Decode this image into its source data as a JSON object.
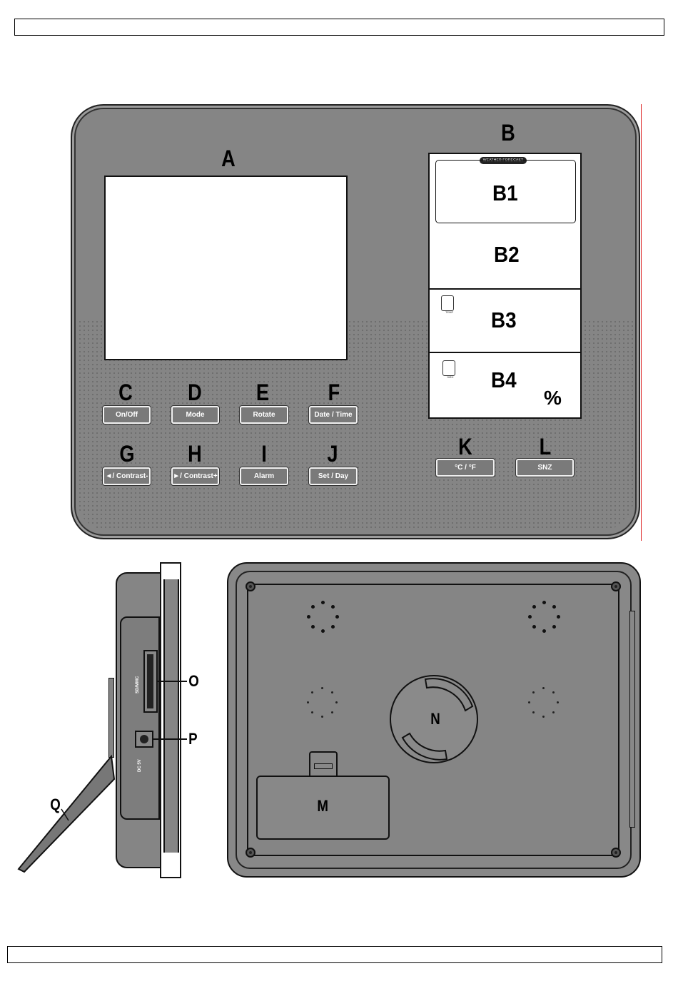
{
  "front": {
    "labels": {
      "A": "A",
      "B": "B",
      "C": "C",
      "D": "D",
      "E": "E",
      "F": "F",
      "G": "G",
      "H": "H",
      "I": "I",
      "J": "J",
      "K": "K",
      "L": "L"
    },
    "lcd": {
      "header": "WEATHER FORECAST",
      "b1": "B1",
      "b2": "B2",
      "b3": "B3",
      "b4": "B4",
      "temp_icon_caption": "TEMP",
      "humidity_icon_caption": "%RH",
      "percent": "%"
    },
    "buttons": {
      "on_off": "On/Off",
      "mode": "Mode",
      "rotate": "Rotate",
      "date_time": "Date / Time",
      "left_contrast": "◄/ Contrast-",
      "right_contrast": "►/ Contrast+",
      "alarm": "Alarm",
      "set_day": "Set / Day",
      "temp_unit": "°C / °F",
      "snooze": "SNZ"
    }
  },
  "side": {
    "slot_text": "SD/MMC",
    "dc_text": "DC 5V",
    "labels": {
      "O": "O",
      "P": "P",
      "Q": "Q"
    }
  },
  "back": {
    "labels": {
      "M": "M",
      "N": "N"
    }
  }
}
